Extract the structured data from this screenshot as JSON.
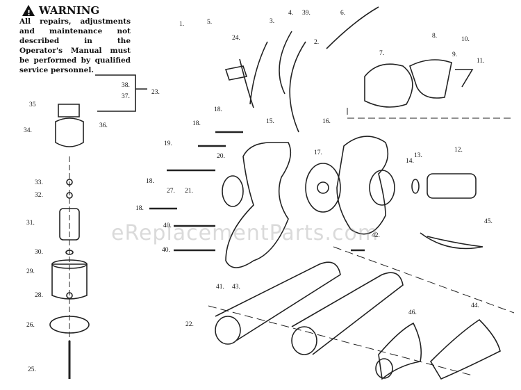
{
  "warning": {
    "title": "WARNING",
    "icon": "warning-triangle-icon",
    "body": "All repairs, adjustments and maintenance not described in the Operator's Manual must be performed by qualified service personnel."
  },
  "watermark": "eReplacementParts.com",
  "callouts": [
    "1.",
    "5.",
    "24.",
    "3.",
    "4.",
    "39.",
    "2.",
    "6.",
    "7.",
    "8.",
    "10.",
    "9.",
    "11.",
    "23.",
    "38.",
    "37.",
    "35",
    "36.",
    "34.",
    "18.",
    "18.",
    "15.",
    "16.",
    "19.",
    "20.",
    "17.",
    "12.",
    "13.",
    "14.",
    "18.",
    "27.",
    "21.",
    "18.",
    "40.",
    "40.",
    "42.",
    "45.",
    "33.",
    "32.",
    "31.",
    "30.",
    "29.",
    "28.",
    "26.",
    "25.",
    "22.",
    "41.",
    "43.",
    "46.",
    "44."
  ]
}
